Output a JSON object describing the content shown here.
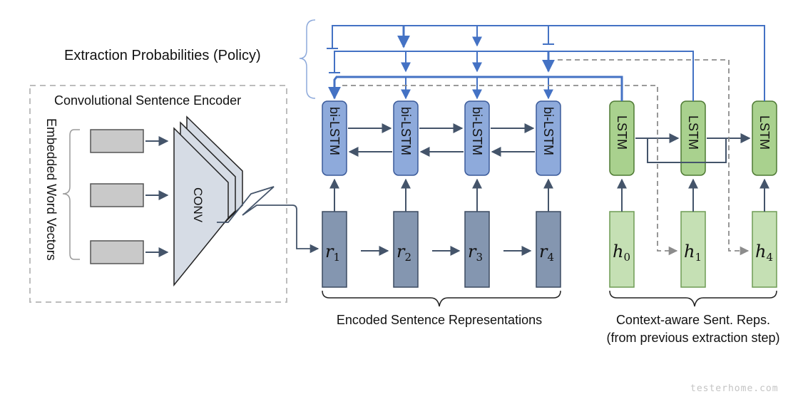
{
  "diagram": {
    "policy_label": "Extraction Probabilities (Policy)",
    "encoder_title": "Convolutional Sentence Encoder",
    "word_vectors_label": "Embedded Word Vectors",
    "conv_label": "CONV",
    "bilstm_label": "bi-LSTM",
    "lstm_label": "LSTM",
    "sentence_reps": [
      "r1",
      "r2",
      "r3",
      "r4"
    ],
    "context_reps": [
      "h0",
      "h1",
      "h4"
    ],
    "encoded_label": "Encoded Sentence Representations",
    "context_label_line1": "Context-aware Sent. Reps.",
    "context_label_line2": "(from previous extraction step)",
    "watermark": "testerhome.com"
  },
  "colors": {
    "bilstm_fill": "#8eaadb",
    "bilstm_stroke": "#3a5a9a",
    "lstm_fill": "#a9d18e",
    "lstm_stroke": "#4e7a33",
    "rep_fill": "#8496b0",
    "rep_stroke": "#3b4a60",
    "h_fill": "#c5e0b4",
    "h_stroke": "#6f9c55",
    "policy_blue": "#4472c4",
    "arrow_dark": "#44546a",
    "dashed_gray": "#8c8c8c",
    "conv_fill": "#d6dce5"
  }
}
